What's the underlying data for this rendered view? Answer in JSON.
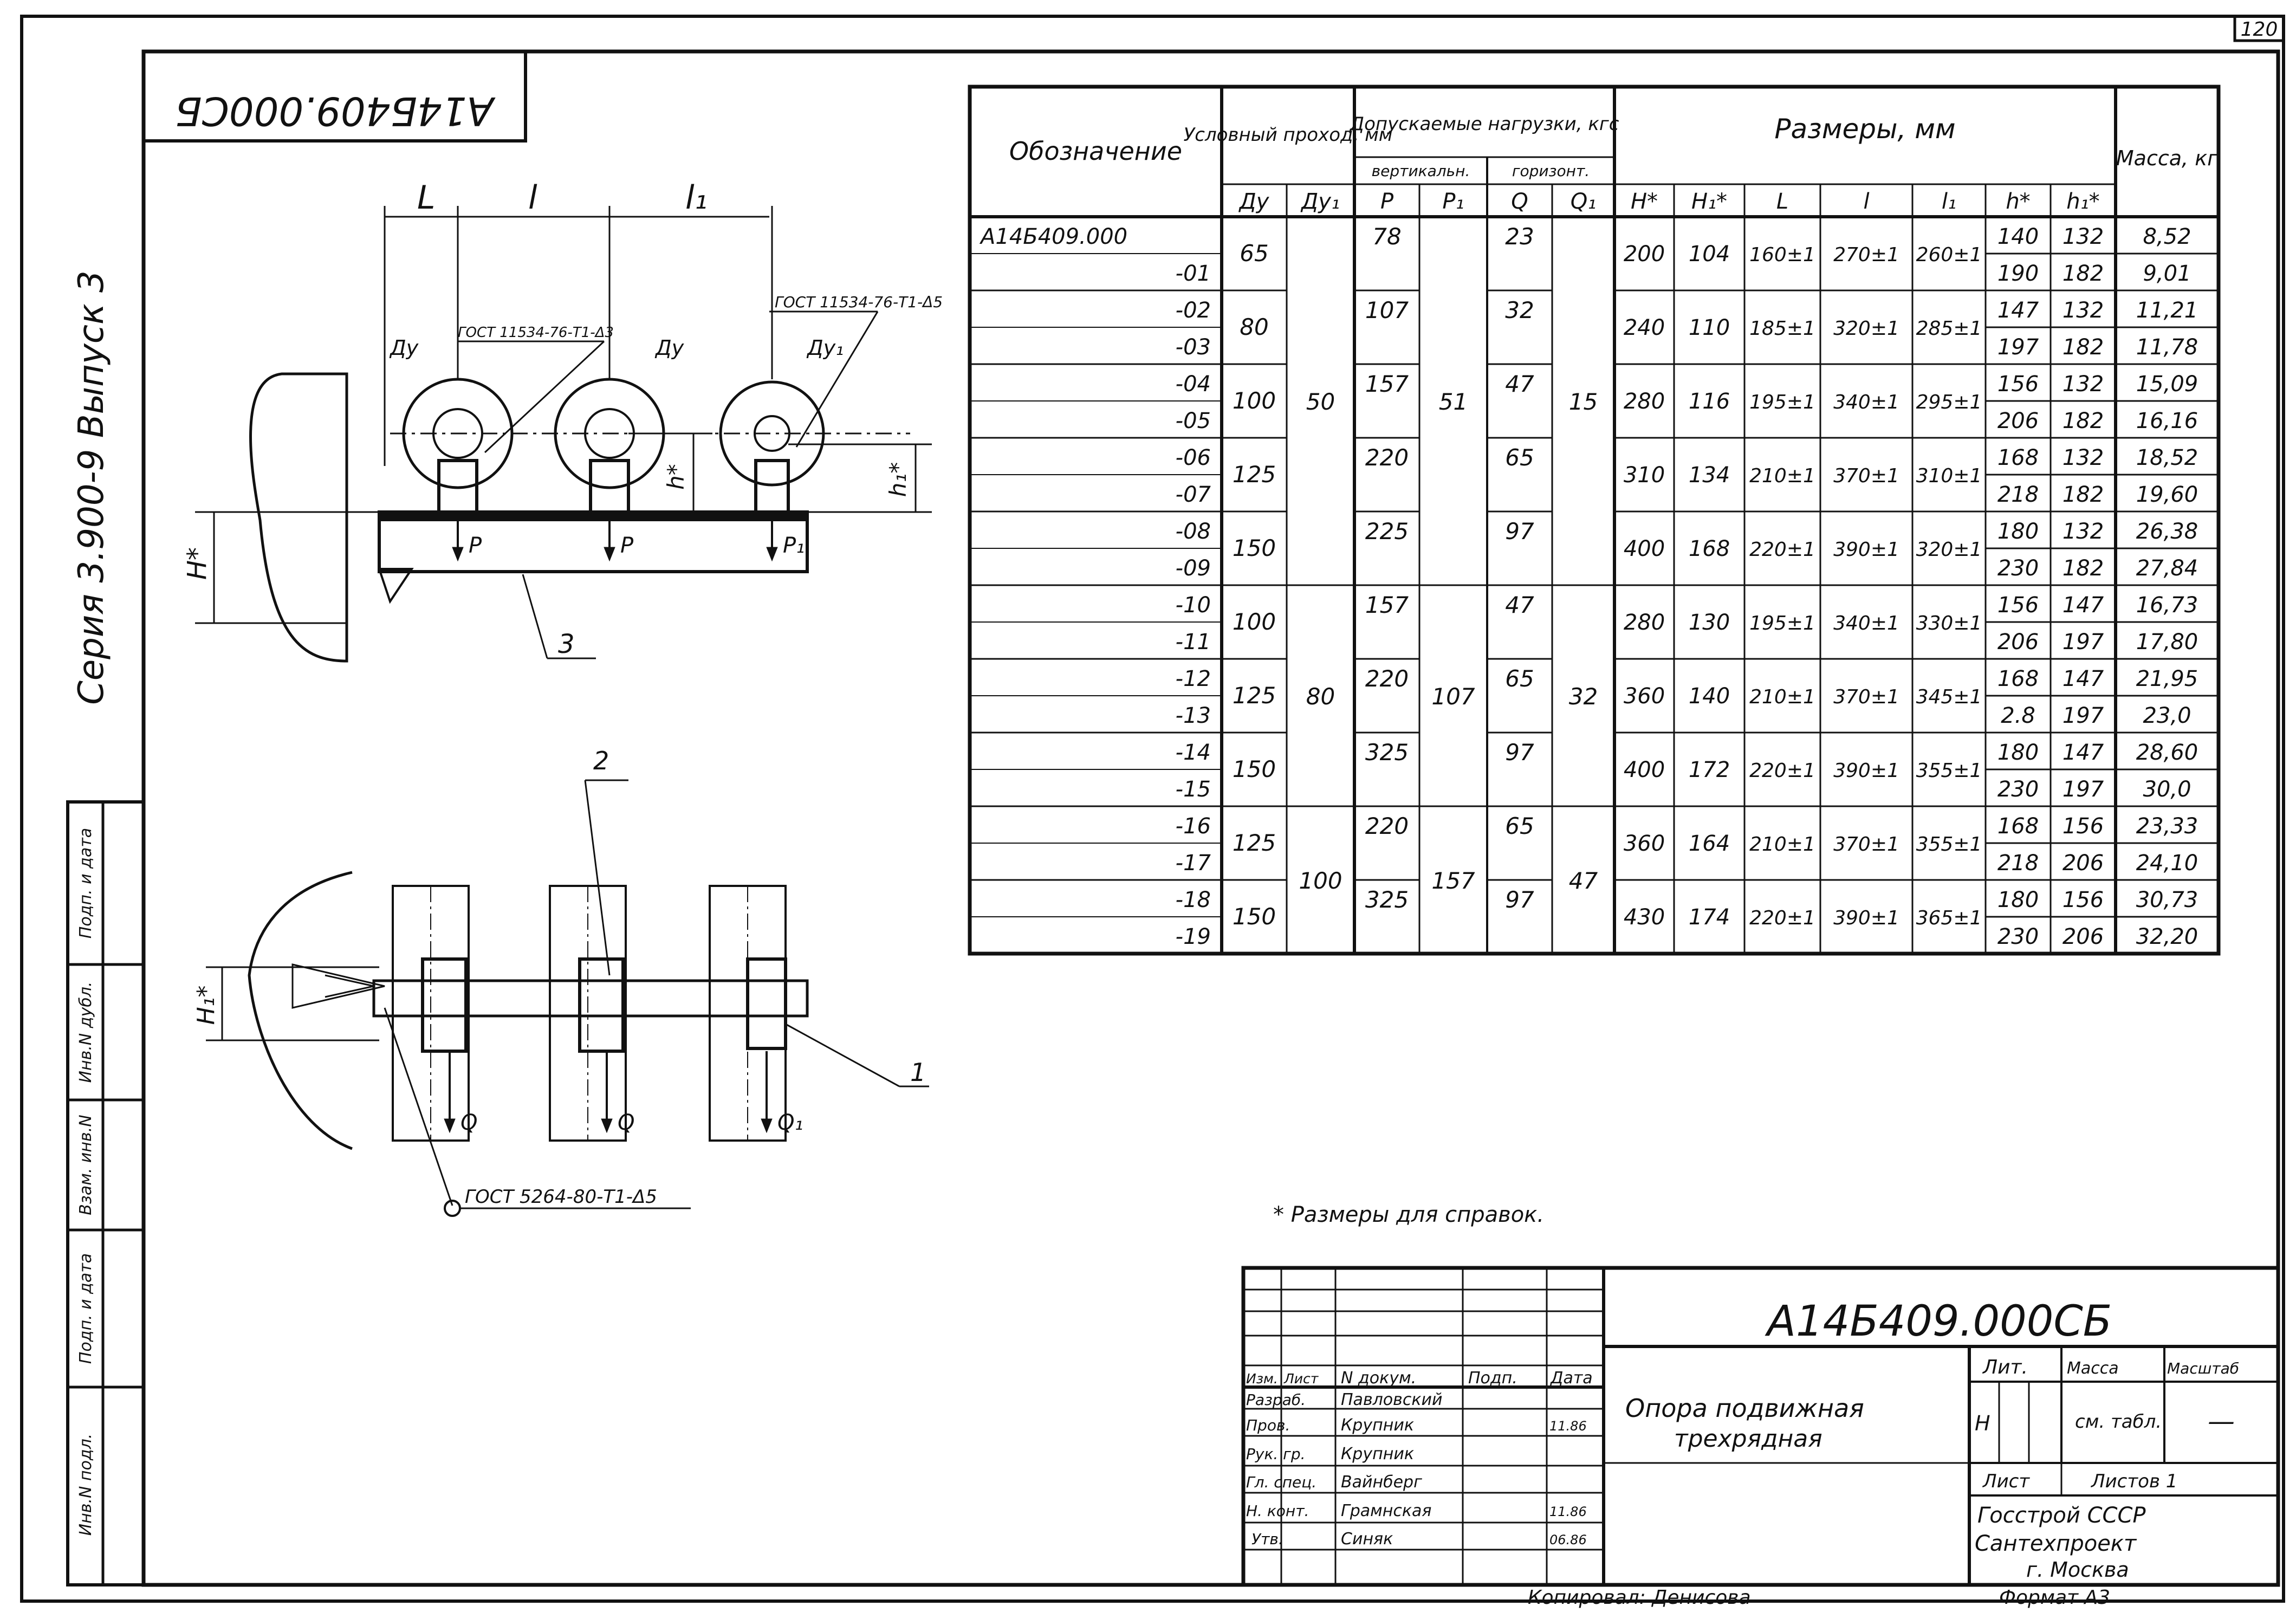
{
  "page_number": "120",
  "doc_code": "А14Б409.000СБ",
  "series": "Серия 3.900-9   Выпуск 3",
  "left_strip": [
    "Инв.N подл.",
    "Подп. и дата",
    "Взам. инв.N",
    "Инв.N дубл.",
    "Подп. и дата"
  ],
  "top_view": {
    "dims": [
      "L",
      "l",
      "l₁"
    ],
    "weld_labels": [
      "ГОСТ 11534-76-Т1-Δ3",
      "ГОСТ 11534-76-Т1-Δ5"
    ],
    "pipe_labels": [
      "Ду",
      "Ду",
      "Ду₁"
    ],
    "H_label": "H*",
    "h_label": "h*",
    "h1_label": "h₁*",
    "loads": [
      "P",
      "P",
      "P₁"
    ],
    "part_3": "3"
  },
  "plan_view": {
    "part_2": "2",
    "part_1": "1",
    "H1_label": "H₁*",
    "loads": [
      "Q",
      "Q",
      "Q₁"
    ],
    "weld_label": "ГОСТ 5264-80-Т1-Δ5"
  },
  "table": {
    "h_designation": "Обозначение",
    "h_nominal": "Условный проход, мм",
    "h_loads": "Допускаемые нагрузки, кгс",
    "h_vertical": "вертикальн.",
    "h_horizontal": "горизонт.",
    "h_dims": "Размеры, мм",
    "h_mass": "Масса, кг",
    "cols": [
      "Ду",
      "Ду₁",
      "P",
      "P₁",
      "Q",
      "Q₁",
      "H*",
      "H₁*",
      "L",
      "l",
      "l₁",
      "h*",
      "h₁*"
    ],
    "rows": [
      {
        "d": "А14Б409.000",
        "h": "140",
        "h1": "132",
        "m": "8,52"
      },
      {
        "d": "-01",
        "h": "190",
        "h1": "182",
        "m": "9,01"
      },
      {
        "d": "-02",
        "h": "147",
        "h1": "132",
        "m": "11,21"
      },
      {
        "d": "-03",
        "h": "197",
        "h1": "182",
        "m": "11,78"
      },
      {
        "d": "-04",
        "h": "156",
        "h1": "132",
        "m": "15,09"
      },
      {
        "d": "-05",
        "h": "206",
        "h1": "182",
        "m": "16,16"
      },
      {
        "d": "-06",
        "h": "168",
        "h1": "132",
        "m": "18,52"
      },
      {
        "d": "-07",
        "h": "218",
        "h1": "182",
        "m": "19,60"
      },
      {
        "d": "-08",
        "h": "180",
        "h1": "132",
        "m": "26,38"
      },
      {
        "d": "-09",
        "h": "230",
        "h1": "182",
        "m": "27,84"
      },
      {
        "d": "-10",
        "h": "156",
        "h1": "147",
        "m": "16,73"
      },
      {
        "d": "-11",
        "h": "206",
        "h1": "197",
        "m": "17,80"
      },
      {
        "d": "-12",
        "h": "168",
        "h1": "147",
        "m": "21,95"
      },
      {
        "d": "-13",
        "h": "2.8",
        "h1": "197",
        "m": "23,0"
      },
      {
        "d": "-14",
        "h": "180",
        "h1": "147",
        "m": "28,60"
      },
      {
        "d": "-15",
        "h": "230",
        "h1": "197",
        "m": "30,0"
      },
      {
        "d": "-16",
        "h": "168",
        "h1": "156",
        "m": "23,33"
      },
      {
        "d": "-17",
        "h": "218",
        "h1": "206",
        "m": "24,10"
      },
      {
        "d": "-18",
        "h": "180",
        "h1": "156",
        "m": "30,73"
      },
      {
        "d": "-19",
        "h": "230",
        "h1": "206",
        "m": "32,20"
      }
    ],
    "groups2": [
      {
        "dy": "65",
        "p": "78",
        "q": "23",
        "H": "200",
        "H1": "104",
        "L": "160±1",
        "l": "270±1",
        "l1": "260±1"
      },
      {
        "dy": "80",
        "p": "107",
        "q": "32",
        "H": "240",
        "H1": "110",
        "L": "185±1",
        "l": "320±1",
        "l1": "285±1"
      },
      {
        "dy": "100",
        "p": "157",
        "q": "47",
        "H": "280",
        "H1": "116",
        "L": "195±1",
        "l": "340±1",
        "l1": "295±1"
      },
      {
        "dy": "125",
        "p": "220",
        "q": "65",
        "H": "310",
        "H1": "134",
        "L": "210±1",
        "l": "370±1",
        "l1": "310±1"
      },
      {
        "dy": "150",
        "p": "225",
        "q": "97",
        "H": "400",
        "H1": "168",
        "L": "220±1",
        "l": "390±1",
        "l1": "320±1"
      },
      {
        "dy": "100",
        "p": "157",
        "q": "47",
        "H": "280",
        "H1": "130",
        "L": "195±1",
        "l": "340±1",
        "l1": "330±1"
      },
      {
        "dy": "125",
        "p": "220",
        "q": "65",
        "H": "360",
        "H1": "140",
        "L": "210±1",
        "l": "370±1",
        "l1": "345±1"
      },
      {
        "dy": "150",
        "p": "325",
        "q": "97",
        "H": "400",
        "H1": "172",
        "L": "220±1",
        "l": "390±1",
        "l1": "355±1"
      },
      {
        "dy": "125",
        "p": "220",
        "q": "65",
        "H": "360",
        "H1": "164",
        "L": "210±1",
        "l": "370±1",
        "l1": "355±1"
      },
      {
        "dy": "150",
        "p": "325",
        "q": "97",
        "H": "430",
        "H1": "174",
        "L": "220±1",
        "l": "390±1",
        "l1": "365±1"
      }
    ],
    "blocks": [
      {
        "dy1": "50",
        "p1": "51",
        "q1": "15"
      },
      {
        "dy1": "80",
        "p1": "107",
        "q1": "32"
      },
      {
        "dy1": "100",
        "p1": "157",
        "q1": "47"
      }
    ]
  },
  "footnote": "* Размеры для справок.",
  "title_block": {
    "code": "А14Б409.000СБ",
    "name_line1": "Опора подвижная",
    "name_line2": "трехрядная",
    "head": [
      "Изм.",
      "Лист",
      "N докум.",
      "Подп.",
      "Дата"
    ],
    "roles": [
      "Разраб.",
      "Пров.",
      "Рук. гр.",
      "Гл. спец.",
      "Н. конт.",
      "Утв."
    ],
    "names": [
      "Павловский",
      "Крупник",
      "Крупник",
      "Вайнберг",
      "Грамнская",
      "Синяк"
    ],
    "dates": [
      "11.86",
      "",
      "",
      "11.86",
      "",
      "06.86"
    ],
    "lit_h": "Лит.",
    "mass_h": "Масса",
    "scale_h": "Масштаб",
    "lit": "Н",
    "mass": "см. табл.",
    "scale": "—",
    "sheet": "Лист",
    "sheets": "Листов 1",
    "org1": "Госстрой СССР",
    "org2": "Сантехпроект",
    "org3": "г. Москва",
    "copied": "Копировал: Денисова",
    "format": "Формат А3"
  }
}
